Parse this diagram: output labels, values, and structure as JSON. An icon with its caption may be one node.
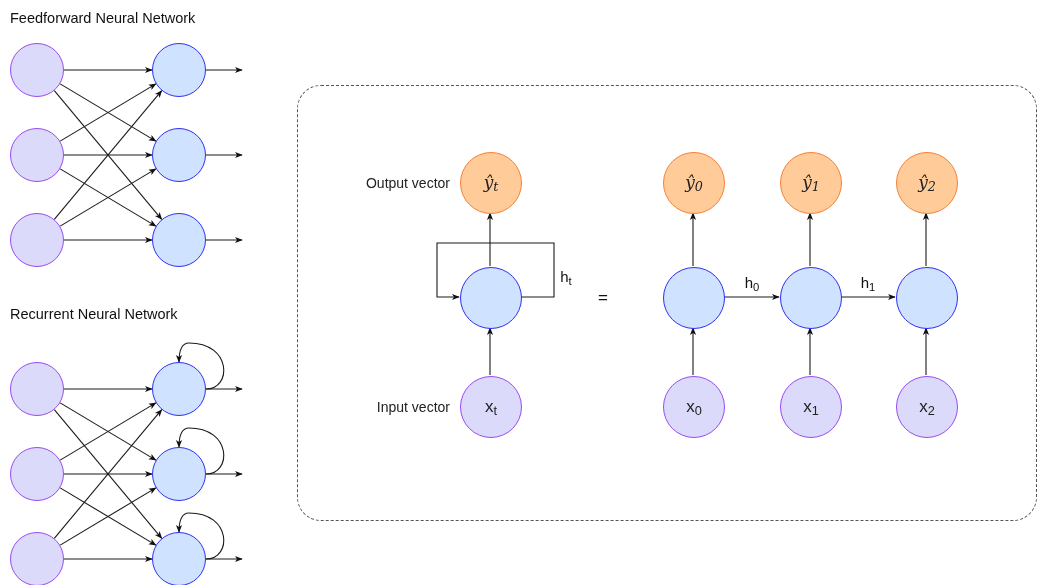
{
  "diagram": {
    "nodes": [
      {
        "text": [],
        "shape": "circle"
      },
      {
        "text": [],
        "shape": "circle"
      },
      {
        "text": [],
        "shape": "circle"
      },
      {
        "text": [],
        "shape": "circle"
      },
      {
        "text": [],
        "shape": "circle"
      },
      {
        "text": [],
        "shape": "circle"
      },
      {
        "text": [],
        "shape": "circle"
      },
      {
        "text": [],
        "shape": "circle"
      },
      {
        "text": [],
        "shape": "circle"
      },
      {
        "text": [],
        "shape": "circle"
      },
      {
        "text": [],
        "shape": "circle"
      },
      {
        "text": [],
        "shape": "circle"
      },
      {
        "text": [],
        "shape": "box"
      },
      {
        "text": [
          "ŷ$_{t}$"
        ],
        "in": 12,
        "beside": [
          "Output vector"
        ]
      },
      {
        "text": [],
        "shape": "circle",
        "in": 12
      },
      {
        "text": [
          "x$_{t}$"
        ],
        "in": 12,
        "beside": [
          "Input vector"
        ]
      },
      {
        "text": [
          "ŷ$_{0}$"
        ],
        "in": 12
      },
      {
        "text": [
          "ŷ$_{1}$"
        ],
        "in": 12
      },
      {
        "text": [
          "ŷ$_{2}$"
        ],
        "in": 12
      },
      {
        "text": [],
        "shape": "circle",
        "in": 12
      },
      {
        "text": [],
        "shape": "circle",
        "in": 12
      },
      {
        "text": [],
        "shape": "circle",
        "in": 12
      },
      {
        "text": [
          "x$_{0}$"
        ],
        "in": 12
      },
      {
        "text": [
          "x$_{1}$"
        ],
        "in": 12
      },
      {
        "text": [
          "x$_{2}$"
        ],
        "in": 12
      }
    ],
    "edges": [
      {
        "from": 0,
        "to": 3,
        "arrow": "to"
      },
      {
        "from": 0,
        "to": 4,
        "arrow": "to"
      },
      {
        "from": 0,
        "to": 5,
        "arrow": "to"
      },
      {
        "from": 1,
        "to": 3,
        "arrow": "to"
      },
      {
        "from": 1,
        "to": 4,
        "arrow": "to"
      },
      {
        "from": 1,
        "to": 5,
        "arrow": "to"
      },
      {
        "from": 2,
        "to": 3,
        "arrow": "to"
      },
      {
        "from": 2,
        "to": 4,
        "arrow": "to"
      },
      {
        "from": 2,
        "to": 5,
        "arrow": "to"
      },
      {
        "from": 3,
        "to": null,
        "arrow": "to"
      },
      {
        "from": 4,
        "to": null,
        "arrow": "to"
      },
      {
        "from": 5,
        "to": null,
        "arrow": "to"
      },
      {
        "from": 6,
        "to": 9,
        "arrow": "to"
      },
      {
        "from": 6,
        "to": 10,
        "arrow": "to"
      },
      {
        "from": 6,
        "to": 11,
        "arrow": "to"
      },
      {
        "from": 7,
        "to": 9,
        "arrow": "to"
      },
      {
        "from": 7,
        "to": 10,
        "arrow": "to"
      },
      {
        "from": 7,
        "to": 11,
        "arrow": "to"
      },
      {
        "from": 8,
        "to": 9,
        "arrow": "to"
      },
      {
        "from": 8,
        "to": 10,
        "arrow": "to"
      },
      {
        "from": 8,
        "to": 11,
        "arrow": "to"
      },
      {
        "from": 9,
        "to": 9,
        "arrow": "to"
      },
      {
        "from": 10,
        "to": 10,
        "arrow": "to"
      },
      {
        "from": 11,
        "to": 11,
        "arrow": "to"
      },
      {
        "from": 9,
        "to": null,
        "arrow": "to"
      },
      {
        "from": 10,
        "to": null,
        "arrow": "to"
      },
      {
        "from": 11,
        "to": null,
        "arrow": "to"
      },
      {
        "from": 15,
        "to": 14,
        "arrow": "to"
      },
      {
        "from": 14,
        "to": 13,
        "arrow": "to"
      },
      {
        "from": 14,
        "to": 14,
        "arrow": "to",
        "label": "h$_{t}$"
      },
      {
        "from": 22,
        "to": 19,
        "arrow": "to"
      },
      {
        "from": 23,
        "to": 20,
        "arrow": "to"
      },
      {
        "from": 24,
        "to": 21,
        "arrow": "to"
      },
      {
        "from": 19,
        "to": 16,
        "arrow": "to"
      },
      {
        "from": 20,
        "to": 17,
        "arrow": "to"
      },
      {
        "from": 21,
        "to": 18,
        "arrow": "to"
      },
      {
        "from": 19,
        "to": 20,
        "arrow": "to",
        "label": "h$_{0}$"
      },
      {
        "from": 20,
        "to": 21,
        "arrow": "to",
        "label": "h$_{1}$"
      }
    ],
    "labels": [
      "Feedforward Neural Network",
      "Recurrent Neural Network",
      "="
    ]
  }
}
